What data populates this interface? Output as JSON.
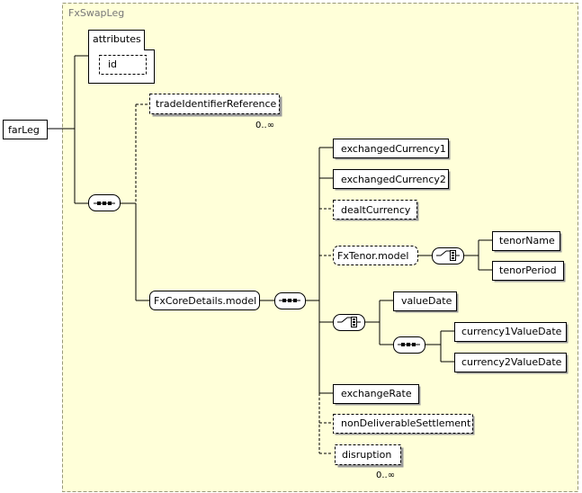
{
  "type_box": {
    "title": "FxSwapLeg",
    "fill": "#ffffd9",
    "border": "#999977"
  },
  "root": {
    "label": "farLeg"
  },
  "attributes": {
    "label": "attributes",
    "id_label": "id"
  },
  "trade_identifier_reference": {
    "label": "tradeIdentifierReference",
    "occurrence": "0..∞"
  },
  "fx_core_details": {
    "label": "FxCoreDetails.model"
  },
  "elements": {
    "exchanged_currency1": "exchangedCurrency1",
    "exchanged_currency2": "exchangedCurrency2",
    "dealt_currency": "dealtCurrency",
    "fx_tenor_model": "FxTenor.model",
    "tenor_name": "tenorName",
    "tenor_period": "tenorPeriod",
    "value_date": "valueDate",
    "currency1_value_date": "currency1ValueDate",
    "currency2_value_date": "currency2ValueDate",
    "exchange_rate": "exchangeRate",
    "non_deliverable_settlement": "nonDeliverableSettlement",
    "disruption": "disruption"
  },
  "disruption_occurrence": "0..∞",
  "colors": {
    "box_fill": "#ffffff",
    "line": "#000000",
    "shadow": "#9a9a9a"
  }
}
